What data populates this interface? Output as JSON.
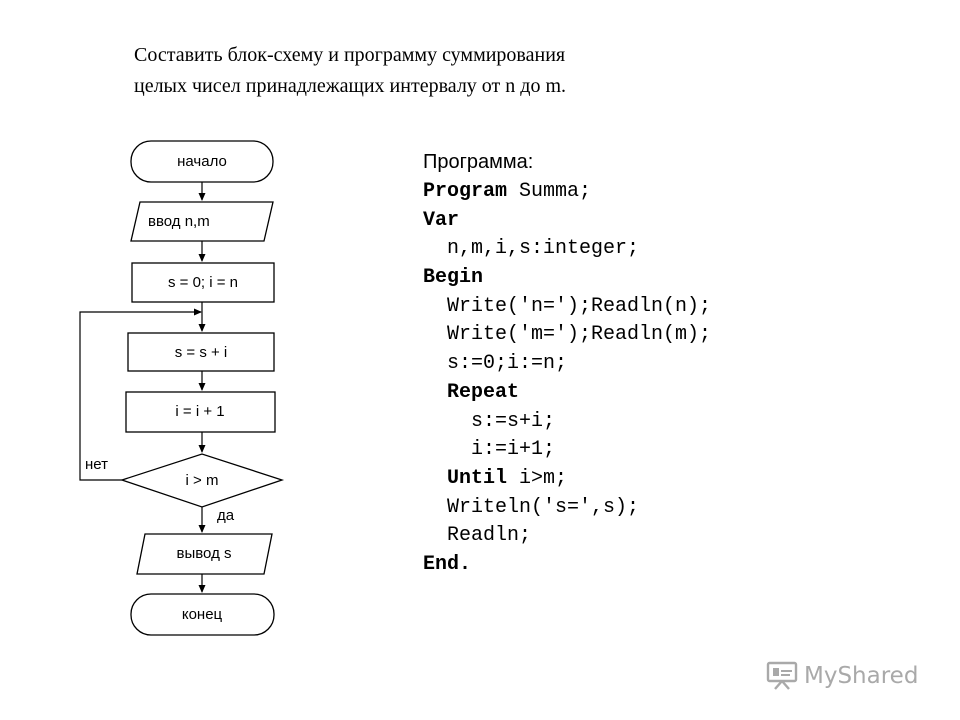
{
  "task": {
    "line1": "Составить блок-схему и программу суммирования",
    "line2": "целых чисел принадлежащих интервалу от n до m."
  },
  "flowchart": {
    "start": "начало",
    "input": "ввод n,m",
    "init": "s = 0; i = n",
    "add": "s = s + i",
    "increment": "i = i + 1",
    "condition": "i > m",
    "no_label": "нет",
    "yes_label": "да",
    "output": "вывод s",
    "end": "конец"
  },
  "program": {
    "heading": "Программа:",
    "lines": [
      {
        "indent": "",
        "kw": "Program",
        "text": " Summa;"
      },
      {
        "indent": "",
        "kw": "Var",
        "text": ""
      },
      {
        "indent": "  ",
        "kw": "",
        "text": "n,m,i,s:integer;"
      },
      {
        "indent": "",
        "kw": "Begin",
        "text": ""
      },
      {
        "indent": "  ",
        "kw": "",
        "text": "Write('n=');Readln(n);"
      },
      {
        "indent": "  ",
        "kw": "",
        "text": "Write('m=');Readln(m);"
      },
      {
        "indent": "  ",
        "kw": "",
        "text": "s:=0;i:=n;"
      },
      {
        "indent": "  ",
        "kw": "Repeat",
        "text": ""
      },
      {
        "indent": "    ",
        "kw": "",
        "text": "s:=s+i;"
      },
      {
        "indent": "    ",
        "kw": "",
        "text": "i:=i+1;"
      },
      {
        "indent": "  ",
        "kw": "Until",
        "text": " i>m;"
      },
      {
        "indent": "  ",
        "kw": "",
        "text": "Writeln('s=',s);"
      },
      {
        "indent": "  ",
        "kw": "",
        "text": "Readln;"
      },
      {
        "indent": "",
        "kw": "End.",
        "text": ""
      }
    ]
  },
  "watermark": {
    "icon": "presentation-board-icon",
    "text": "MyShared",
    "color": "#a9a9a9"
  }
}
